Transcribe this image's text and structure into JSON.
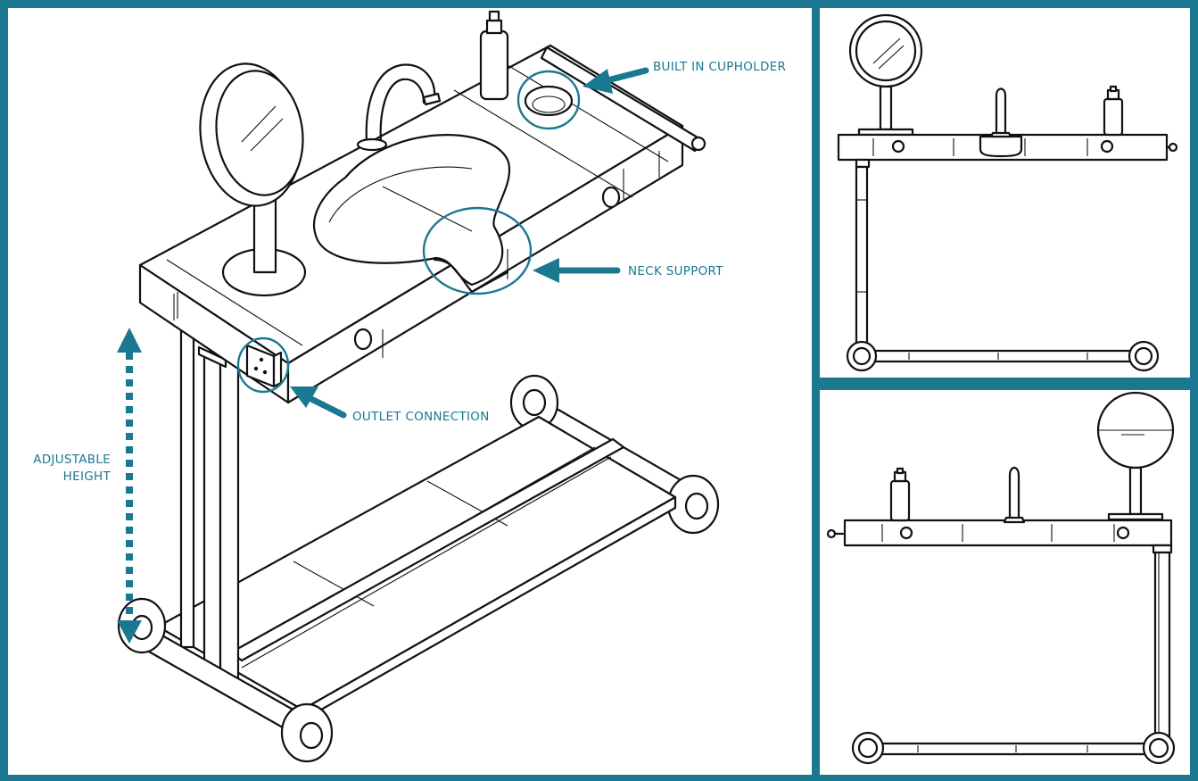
{
  "callouts": {
    "cupholder": "BUILT IN CUPHOLDER",
    "neck_support": "NECK SUPPORT",
    "outlet": "OUTLET CONNECTION",
    "height": "ADJUSTABLE HEIGHT"
  },
  "colors": {
    "frame": "#1b7891",
    "accent": "#1b7891",
    "line": "#111111",
    "paper": "#ffffff"
  }
}
